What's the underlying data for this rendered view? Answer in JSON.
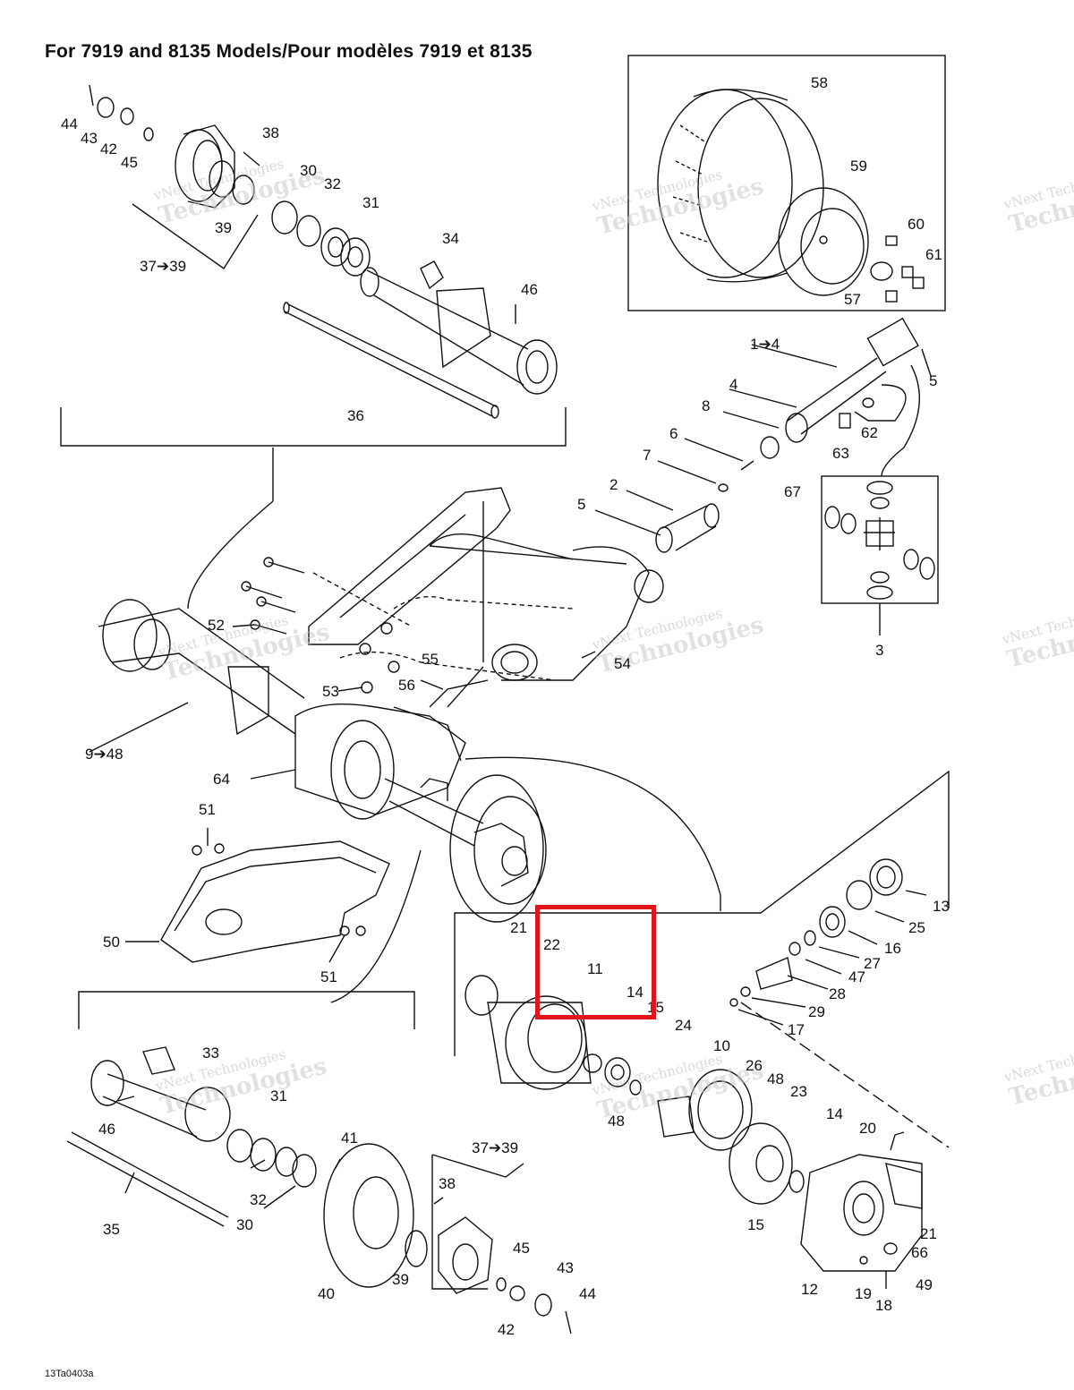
{
  "title": "For 7919 and 8135 Models/Pour modèles 7919 et 8135",
  "figure_code": "13Ta0403a",
  "highlight_color": "#e2141b",
  "watermark": {
    "line1": "vNext",
    "line2": "vNext Technologies",
    "line3": "Technologies"
  },
  "callouts": {
    "c44a": "44",
    "c43a": "43",
    "c42a": "42",
    "c45a": "45",
    "c38a": "38",
    "c30a": "30",
    "c32a": "32",
    "c31a": "31",
    "c39a": "39",
    "c3739a": "37➔39",
    "c34": "34",
    "c46a": "46",
    "c36": "36",
    "c58": "58",
    "c59": "59",
    "c60": "60",
    "c61": "61",
    "c57": "57",
    "c14": "1➔4",
    "c5a": "5",
    "c4": "4",
    "c8": "8",
    "c62": "62",
    "c63": "63",
    "c6": "6",
    "c7": "7",
    "c67": "67",
    "c2": "2",
    "c5b": "5",
    "c3": "3",
    "c52": "52",
    "c53": "53",
    "c55": "55",
    "c56": "56",
    "c54": "54",
    "c948": "9➔48",
    "c64": "64",
    "c51a": "51",
    "c50": "50",
    "c51b": "51",
    "c13": "13",
    "c25": "25",
    "c16": "16",
    "c27": "27",
    "c47": "47",
    "c28": "28",
    "c29": "29",
    "c17": "17",
    "c21a": "21",
    "c22": "22",
    "c11": "11",
    "c14b": "14",
    "c15a": "15",
    "c24": "24",
    "c10": "10",
    "c26": "26",
    "c48a": "48",
    "c48b": "48",
    "c23": "23",
    "c14c": "14",
    "c20": "20",
    "c15b": "15",
    "c21b": "21",
    "c66": "66",
    "c12": "12",
    "c19": "19",
    "c18": "18",
    "c49": "49",
    "c33": "33",
    "c31b": "31",
    "c46b": "46",
    "c32b": "32",
    "c30b": "30",
    "c35": "35",
    "c41": "41",
    "c3739b": "37➔39",
    "c38b": "38",
    "c45b": "45",
    "c43b": "43",
    "c39b": "39",
    "c40": "40",
    "c42b": "42",
    "c44b": "44"
  }
}
